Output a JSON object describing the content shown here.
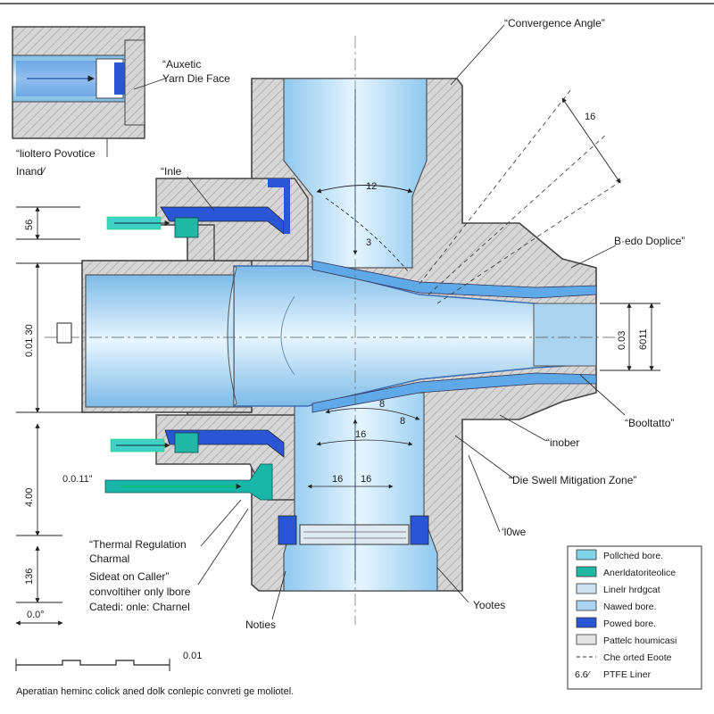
{
  "callouts": {
    "convergence_angle": "“Convergence Angle”",
    "auxetic_line1": "“Auxetic",
    "auxetic_line2": "Yarn Die Face",
    "hollow_line1": "“lioltero Povotice",
    "hollow_line2": "Inand⁄",
    "inlet": "“Inle",
    "blade_doplice": "B·edo Doplice”",
    "booltatto": "“Booltatto”",
    "inober": "“inober",
    "die_swell": "“Die Swell Mitigation Zone”",
    "lowe": "‘l0we",
    "thermal_line1": "“Thermal Regulation",
    "thermal_line2": "Charmal",
    "sidest_line1": "Sideat on Caller”",
    "sidest_line2": "convoltiher only lbore",
    "sidest_line3": "Catedi: onle: Charnel",
    "yootes": "Yootes",
    "noties": "Noties"
  },
  "dimensions": {
    "angle_16": "16",
    "d_12": "12",
    "d_3": "3",
    "d_8a": "8",
    "d_8b": "8",
    "d_16a": "16",
    "d_16b": "16",
    "d_16c": "16",
    "d_56": "56",
    "d_0_0130": "0.01 30",
    "d_4_00": "4.00",
    "d_136": "136",
    "d_0_011": "0.0.11”",
    "d_0_0": "0.0°",
    "d_0_03": "0.03",
    "d_6011": "6011",
    "d_0_01": "0.01"
  },
  "legend": [
    {
      "label": "Pollched bore.",
      "color": "#7fd3e6"
    },
    {
      "label": "Anerldatoriteolice",
      "color": "#1fb8a4"
    },
    {
      "label": "Linelr hrdgcat",
      "color": "#cfe4f3"
    },
    {
      "label": "Nawed bore.",
      "color": "#a9d3ef"
    },
    {
      "label": "Powed bore.",
      "color": "#2a56d6"
    },
    {
      "label": "Pattelc houmicasi",
      "color": "#e4e4e4"
    },
    {
      "label": "Che orted Eoote",
      "color": ""
    },
    {
      "label": "PTFE Liner",
      "color": ""
    }
  ],
  "legend_prefix_last": "6.6⁄",
  "footer": "Aperatian heminc colick aned dolk conlepic convreti ge moliotel."
}
